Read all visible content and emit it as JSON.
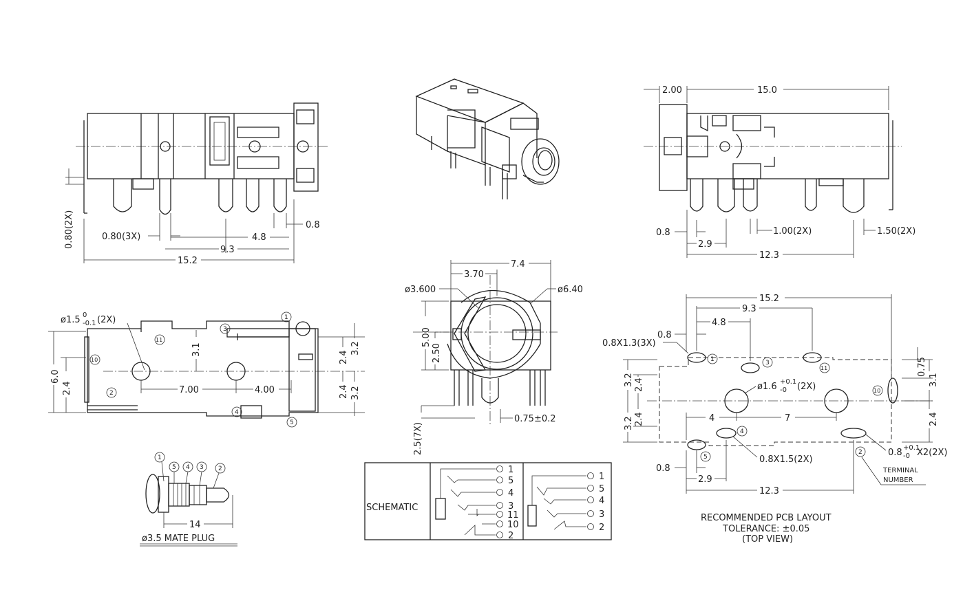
{
  "front_view": {
    "dim_080_2x": "0.80(2X)",
    "dim_080_3x": "0.80(3X)",
    "dim_08": "0.8",
    "dim_48": "4.8",
    "dim_93": "9.3",
    "dim_152": "15.2"
  },
  "iso_view": {},
  "side_view": {
    "dim_200": "2.00",
    "dim_150": "15.0",
    "dim_08": "0.8",
    "dim_29": "2.9",
    "dim_100_2x": "1.00(2X)",
    "dim_150_2x": "1.50(2X)",
    "dim_123": "12.3"
  },
  "bottom_view": {
    "dim_hole": "ø1.5",
    "dim_hole_tol_up": "0",
    "dim_hole_tol_dn": "-0.1",
    "dim_hole_qty": "(2X)",
    "dim_60": "6.0",
    "dim_24_left": "2.4",
    "dim_31": "3.1",
    "dim_700": "7.00",
    "dim_400": "4.00",
    "dim_24_r1": "2.4",
    "dim_32_r1": "3.2",
    "dim_24_r2": "2.4",
    "dim_32_r2": "3.2",
    "pins": [
      "1",
      "2",
      "3",
      "4",
      "5",
      "10",
      "11"
    ]
  },
  "end_view": {
    "dim_74": "7.4",
    "dim_370": "3.70",
    "dim_3600": "ø3.600",
    "dim_640": "ø6.40",
    "dim_500": "5.00",
    "dim_250": "2.50",
    "dim_25_7x": "2.5(7X)",
    "dim_075": "0.75±0.2"
  },
  "pcb_layout": {
    "dim_152": "15.2",
    "dim_93": "9.3",
    "dim_48": "4.8",
    "dim_08_top": "0.8",
    "dim_pad_top": "0.8X1.3(3X)",
    "dim_075": "0.75",
    "dim_31": "3.1",
    "dim_32_a": "3.2",
    "dim_24_a": "2.4",
    "dim_hole": "ø1.6",
    "dim_hole_tol_up": "+0.1",
    "dim_hole_tol_dn": "-0",
    "dim_hole_qty": "(2X)",
    "dim_32_b": "3.2",
    "dim_24_b": "2.4",
    "dim_4": "4",
    "dim_7": "7",
    "dim_24_right": "2.4",
    "dim_pad_bot": "0.8X1.5(2X)",
    "dim_slot": "0.8",
    "dim_slot_tol_up": "+0.1",
    "dim_slot_tol_dn": "-0",
    "dim_slot_qty": "X2(2X)",
    "dim_08_bot": "0.8",
    "dim_29": "2.9",
    "dim_123": "12.3",
    "terminal_1": "TERMINAL",
    "terminal_2": "NUMBER",
    "caption_1": "RECOMMENDED PCB LAYOUT",
    "caption_2": "TOLERANCE: ±0.05",
    "caption_3": "(TOP VIEW)"
  },
  "mate_plug": {
    "dim_14": "14",
    "caption": "ø3.5 MATE PLUG",
    "pins": [
      "1",
      "5",
      "4",
      "3",
      "2"
    ]
  },
  "schematic": {
    "label": "SCHEMATIC",
    "left_pins": [
      "1",
      "5",
      "4",
      "3",
      "11",
      "10",
      "2"
    ],
    "right_pins": [
      "1",
      "5",
      "4",
      "3",
      "2"
    ]
  }
}
